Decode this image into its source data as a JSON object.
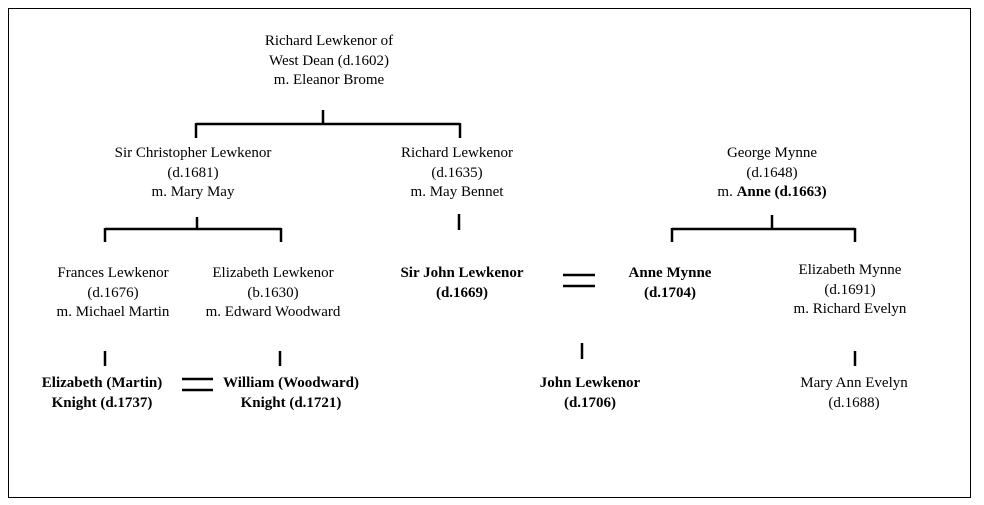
{
  "people": {
    "richard_west_dean": {
      "name": "Richard Lewkenor of",
      "line2": "West Dean (d.1602)",
      "line3": "m. Eleanor Brome"
    },
    "sir_christopher": {
      "name": "Sir Christopher Lewkenor",
      "line2": "(d.1681)",
      "line3": "m. Mary May"
    },
    "richard_1635": {
      "name": "Richard Lewkenor",
      "line2": "(d.1635)",
      "line3": "m. May Bennet"
    },
    "george_mynne": {
      "name": "George Mynne",
      "line2": "(d.1648)",
      "spouse_prefix": "m. ",
      "spouse": "Anne (d.1663)"
    },
    "frances_lewkenor": {
      "name": "Frances Lewkenor",
      "line2": "(d.1676)",
      "line3": "m. Michael Martin"
    },
    "elizabeth_lewkenor": {
      "name": "Elizabeth Lewkenor",
      "line2": "(b.1630)",
      "line3": "m. Edward Woodward"
    },
    "sir_john_lewkenor": {
      "name": "Sir John Lewkenor",
      "line2": "(d.1669)"
    },
    "anne_mynne": {
      "name": "Anne Mynne",
      "line2": "(d.1704)"
    },
    "elizabeth_mynne": {
      "name": "Elizabeth Mynne",
      "line2": "(d.1691)",
      "line3": "m. Richard Evelyn"
    },
    "elizabeth_martin_knight": {
      "name": "Elizabeth (Martin)",
      "line2": "Knight (d.1737)"
    },
    "william_woodward_knight": {
      "name": "William (Woodward)",
      "line2": "Knight (d.1721)"
    },
    "john_lewkenor": {
      "name": "John Lewkenor",
      "line2": "(d.1706)"
    },
    "mary_ann_evelyn": {
      "name": "Mary Ann Evelyn",
      "line2": "(d.1688)"
    }
  }
}
